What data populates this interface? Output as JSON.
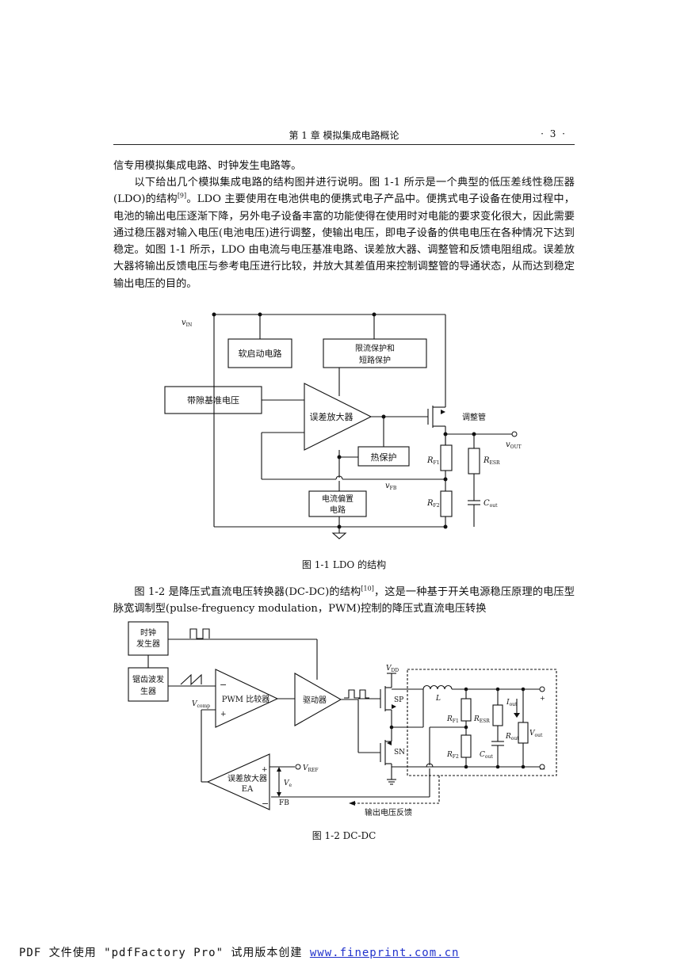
{
  "running_head": {
    "title": "第 1 章   模拟集成电路概论",
    "page_number": "· 3 ·"
  },
  "paragraphs": {
    "p1": "信专用模拟集成电路、时钟发生电路等。",
    "p2_before_ref": "以下给出几个模拟集成电路的结构图并进行说明。图 1-1 所示是一个典型的低压差线性稳压器(LDO)的结构",
    "p2_ref": "[9]",
    "p2_after_ref": "。LDO 主要使用在电池供电的便携式电子产品中。便携式电子设备在使用过程中，电池的输出电压逐渐下降，另外电子设备丰富的功能使得在使用时对电能的要求变化很大，因此需要通过稳压器对输入电压(电池电压)进行调整，使输出电压，即电子设备的供电电压在各种情况下达到稳定。如图 1-1 所示，LDO 由电流与电压基准电路、误差放大器、调整管和反馈电阻组成。误差放大器将输出反馈电压与参考电压进行比较，并放大其差值用来控制调整管的导通状态，从而达到稳定输出电压的目的。",
    "p3_before_ref": "图 1-2 是降压式直流电压转换器(DC-DC)的结构",
    "p3_ref": "[10]",
    "p3_after_ref": "，这是一种基于开关电源稳压原理的电压型脉宽调制型(pulse-freguency modulation，PWM)控制的降压式直流电压转换"
  },
  "figure1": {
    "caption": "图 1-1   LDO 的结构",
    "labels": {
      "vin": "v",
      "vin_sub": "IN",
      "soft_start": "软启动电路",
      "current_limit_1": "限流保护和",
      "current_limit_2": "短路保护",
      "bandgap": "带隙基准电压",
      "error_amp": "误差放大器",
      "pass_transistor": "调整管",
      "vout": "v",
      "vout_sub": "OUT",
      "thermal": "热保护",
      "rf1": "R",
      "rf1_sub": "F1",
      "resr": "R",
      "resr_sub": "ESR",
      "vfb": "v",
      "vfb_sub": "FB",
      "bias_1": "电流偏置",
      "bias_2": "电路",
      "rf2": "R",
      "rf2_sub": "F2",
      "cout": "C",
      "cout_sub": "out"
    }
  },
  "figure2": {
    "caption": "图 1-2   DC-DC",
    "labels": {
      "clock_1": "时钟",
      "clock_2": "发生器",
      "saw_1": "锯齿波发",
      "saw_2": "生器",
      "pwm": "PWM 比较器",
      "minus": "−",
      "plus": "+",
      "vcomp": "V",
      "vcomp_sub": "comp",
      "driver": "驱动器",
      "vdd": "V",
      "vdd_sub": "DD",
      "sp": "SP",
      "sn": "SN",
      "l": "L",
      "iout": "I",
      "iout_sub": "out",
      "rf1": "R",
      "rf1_sub": "F1",
      "resr": "R",
      "resr_sub": "ESR",
      "rout": "R",
      "rout_sub": "out",
      "vout": "V",
      "vout_sub": "out",
      "rf2": "R",
      "rf2_sub": "F2",
      "cout": "C",
      "cout_sub": "out",
      "ea_1": "误差放大器",
      "ea_2": "EA",
      "vref": "V",
      "vref_sub": "REF",
      "ve": "V",
      "ve_sub": "e",
      "fb": "FB",
      "feedback": "输出电压反馈"
    }
  },
  "footer": {
    "text": "PDF 文件使用 \"pdfFactory Pro\" 试用版本创建 ",
    "link": "www.fineprint.com.cn"
  }
}
